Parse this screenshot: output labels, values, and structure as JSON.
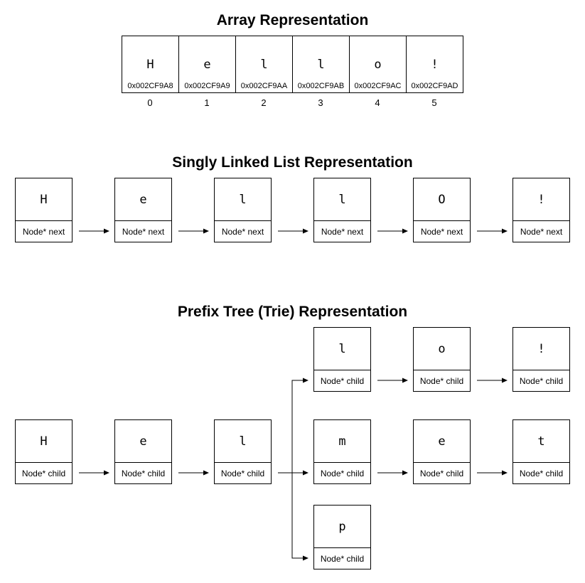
{
  "array": {
    "title": "Array Representation",
    "cells": [
      {
        "char": "H",
        "address": "0x002CF9A8",
        "index": "0"
      },
      {
        "char": "e",
        "address": "0x002CF9A9",
        "index": "1"
      },
      {
        "char": "l",
        "address": "0x002CF9AA",
        "index": "2"
      },
      {
        "char": "l",
        "address": "0x002CF9AB",
        "index": "3"
      },
      {
        "char": "o",
        "address": "0x002CF9AC",
        "index": "4"
      },
      {
        "char": "!",
        "address": "0x002CF9AD",
        "index": "5"
      }
    ]
  },
  "linked_list": {
    "title": "Singly Linked List Representation",
    "nodes": [
      {
        "char": "H",
        "pointer": "Node* next"
      },
      {
        "char": "e",
        "pointer": "Node* next"
      },
      {
        "char": "l",
        "pointer": "Node* next"
      },
      {
        "char": "l",
        "pointer": "Node* next"
      },
      {
        "char": "O",
        "pointer": "Node* next"
      },
      {
        "char": "!",
        "pointer": "Node* next"
      }
    ]
  },
  "trie": {
    "title": "Prefix Tree (Trie) Representation",
    "main_path": [
      {
        "char": "H",
        "pointer": "Node* child"
      },
      {
        "char": "e",
        "pointer": "Node* child"
      },
      {
        "char": "l",
        "pointer": "Node* child"
      }
    ],
    "branch_top": [
      {
        "char": "l",
        "pointer": "Node* child"
      },
      {
        "char": "o",
        "pointer": "Node* child"
      },
      {
        "char": "!",
        "pointer": "Node* child"
      }
    ],
    "branch_middle": [
      {
        "char": "m",
        "pointer": "Node* child"
      },
      {
        "char": "e",
        "pointer": "Node* child"
      },
      {
        "char": "t",
        "pointer": "Node* child"
      }
    ],
    "branch_bottom": [
      {
        "char": "p",
        "pointer": "Node* child"
      }
    ]
  }
}
